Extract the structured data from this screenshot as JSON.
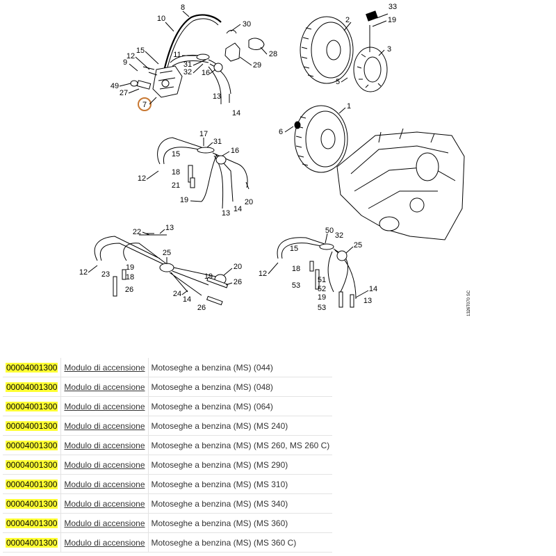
{
  "diagram": {
    "code": "1326T070 SC",
    "callouts": [
      {
        "id": "8"
      },
      {
        "id": "10"
      },
      {
        "id": "15"
      },
      {
        "id": "12"
      },
      {
        "id": "9"
      },
      {
        "id": "11"
      },
      {
        "id": "31"
      },
      {
        "id": "32"
      },
      {
        "id": "16"
      },
      {
        "id": "30"
      },
      {
        "id": "28"
      },
      {
        "id": "29"
      },
      {
        "id": "49"
      },
      {
        "id": "27"
      },
      {
        "id": "7"
      },
      {
        "id": "13"
      },
      {
        "id": "14"
      },
      {
        "id": "2"
      },
      {
        "id": "33"
      },
      {
        "id": "19"
      },
      {
        "id": "3"
      },
      {
        "id": "5"
      },
      {
        "id": "1"
      },
      {
        "id": "6"
      },
      {
        "id": "17"
      },
      {
        "id": "31"
      },
      {
        "id": "15"
      },
      {
        "id": "16"
      },
      {
        "id": "12"
      },
      {
        "id": "18"
      },
      {
        "id": "21"
      },
      {
        "id": "19"
      },
      {
        "id": "13"
      },
      {
        "id": "14"
      },
      {
        "id": "20"
      },
      {
        "id": "22"
      },
      {
        "id": "13"
      },
      {
        "id": "12"
      },
      {
        "id": "23"
      },
      {
        "id": "19"
      },
      {
        "id": "18"
      },
      {
        "id": "26"
      },
      {
        "id": "25"
      },
      {
        "id": "19"
      },
      {
        "id": "20"
      },
      {
        "id": "24"
      },
      {
        "id": "14"
      },
      {
        "id": "26"
      },
      {
        "id": "26"
      },
      {
        "id": "50"
      },
      {
        "id": "32"
      },
      {
        "id": "25"
      },
      {
        "id": "15"
      },
      {
        "id": "12"
      },
      {
        "id": "18"
      },
      {
        "id": "51"
      },
      {
        "id": "53"
      },
      {
        "id": "52"
      },
      {
        "id": "19"
      },
      {
        "id": "14"
      },
      {
        "id": "13"
      },
      {
        "id": "53"
      }
    ],
    "highlight_color": "#c87832"
  },
  "parts": {
    "highlight_color": "#ffff33",
    "rows": [
      {
        "part": "00004001300",
        "name": "Modulo di accensione",
        "model": "Motoseghe a benzina (MS) (044)"
      },
      {
        "part": "00004001300",
        "name": "Modulo di accensione",
        "model": "Motoseghe a benzina (MS) (048)"
      },
      {
        "part": "00004001300",
        "name": "Modulo di accensione",
        "model": "Motoseghe a benzina (MS) (064)"
      },
      {
        "part": "00004001300",
        "name": "Modulo di accensione",
        "model": "Motoseghe a benzina (MS) (MS 240)"
      },
      {
        "part": "00004001300",
        "name": "Modulo di accensione",
        "model": "Motoseghe a benzina (MS) (MS 260, MS 260 C)"
      },
      {
        "part": "00004001300",
        "name": "Modulo di accensione",
        "model": "Motoseghe a benzina (MS) (MS 290)"
      },
      {
        "part": "00004001300",
        "name": "Modulo di accensione",
        "model": "Motoseghe a benzina (MS) (MS 310)"
      },
      {
        "part": "00004001300",
        "name": "Modulo di accensione",
        "model": "Motoseghe a benzina (MS) (MS 340)"
      },
      {
        "part": "00004001300",
        "name": "Modulo di accensione",
        "model": "Motoseghe a benzina (MS) (MS 360)"
      },
      {
        "part": "00004001300",
        "name": "Modulo di accensione",
        "model": "Motoseghe a benzina (MS) (MS 360 C)"
      }
    ]
  }
}
